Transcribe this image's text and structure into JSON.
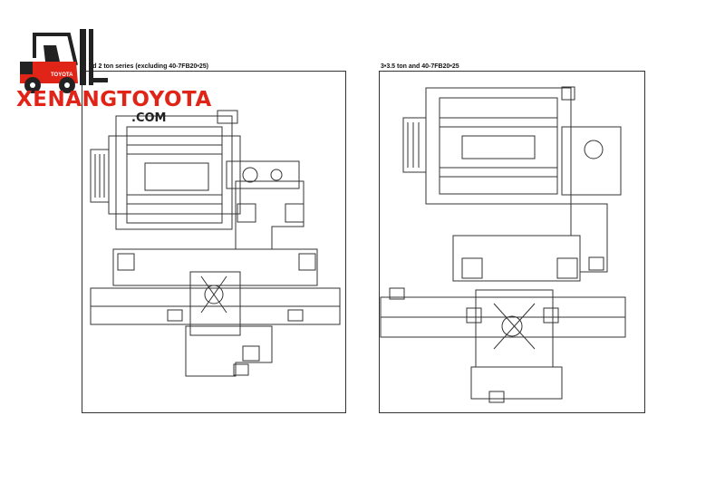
{
  "logo": {
    "brand": "XENANGTOYOTA",
    "domain": ".COM",
    "badge": "TOYOTA",
    "color_primary": "#e02418",
    "color_dark": "#222222"
  },
  "diagrams": [
    {
      "caption": "nd 2 ton series (excluding 40-7FB20•25)"
    },
    {
      "caption": "3•3.5 ton and 40-7FB20•25"
    }
  ]
}
